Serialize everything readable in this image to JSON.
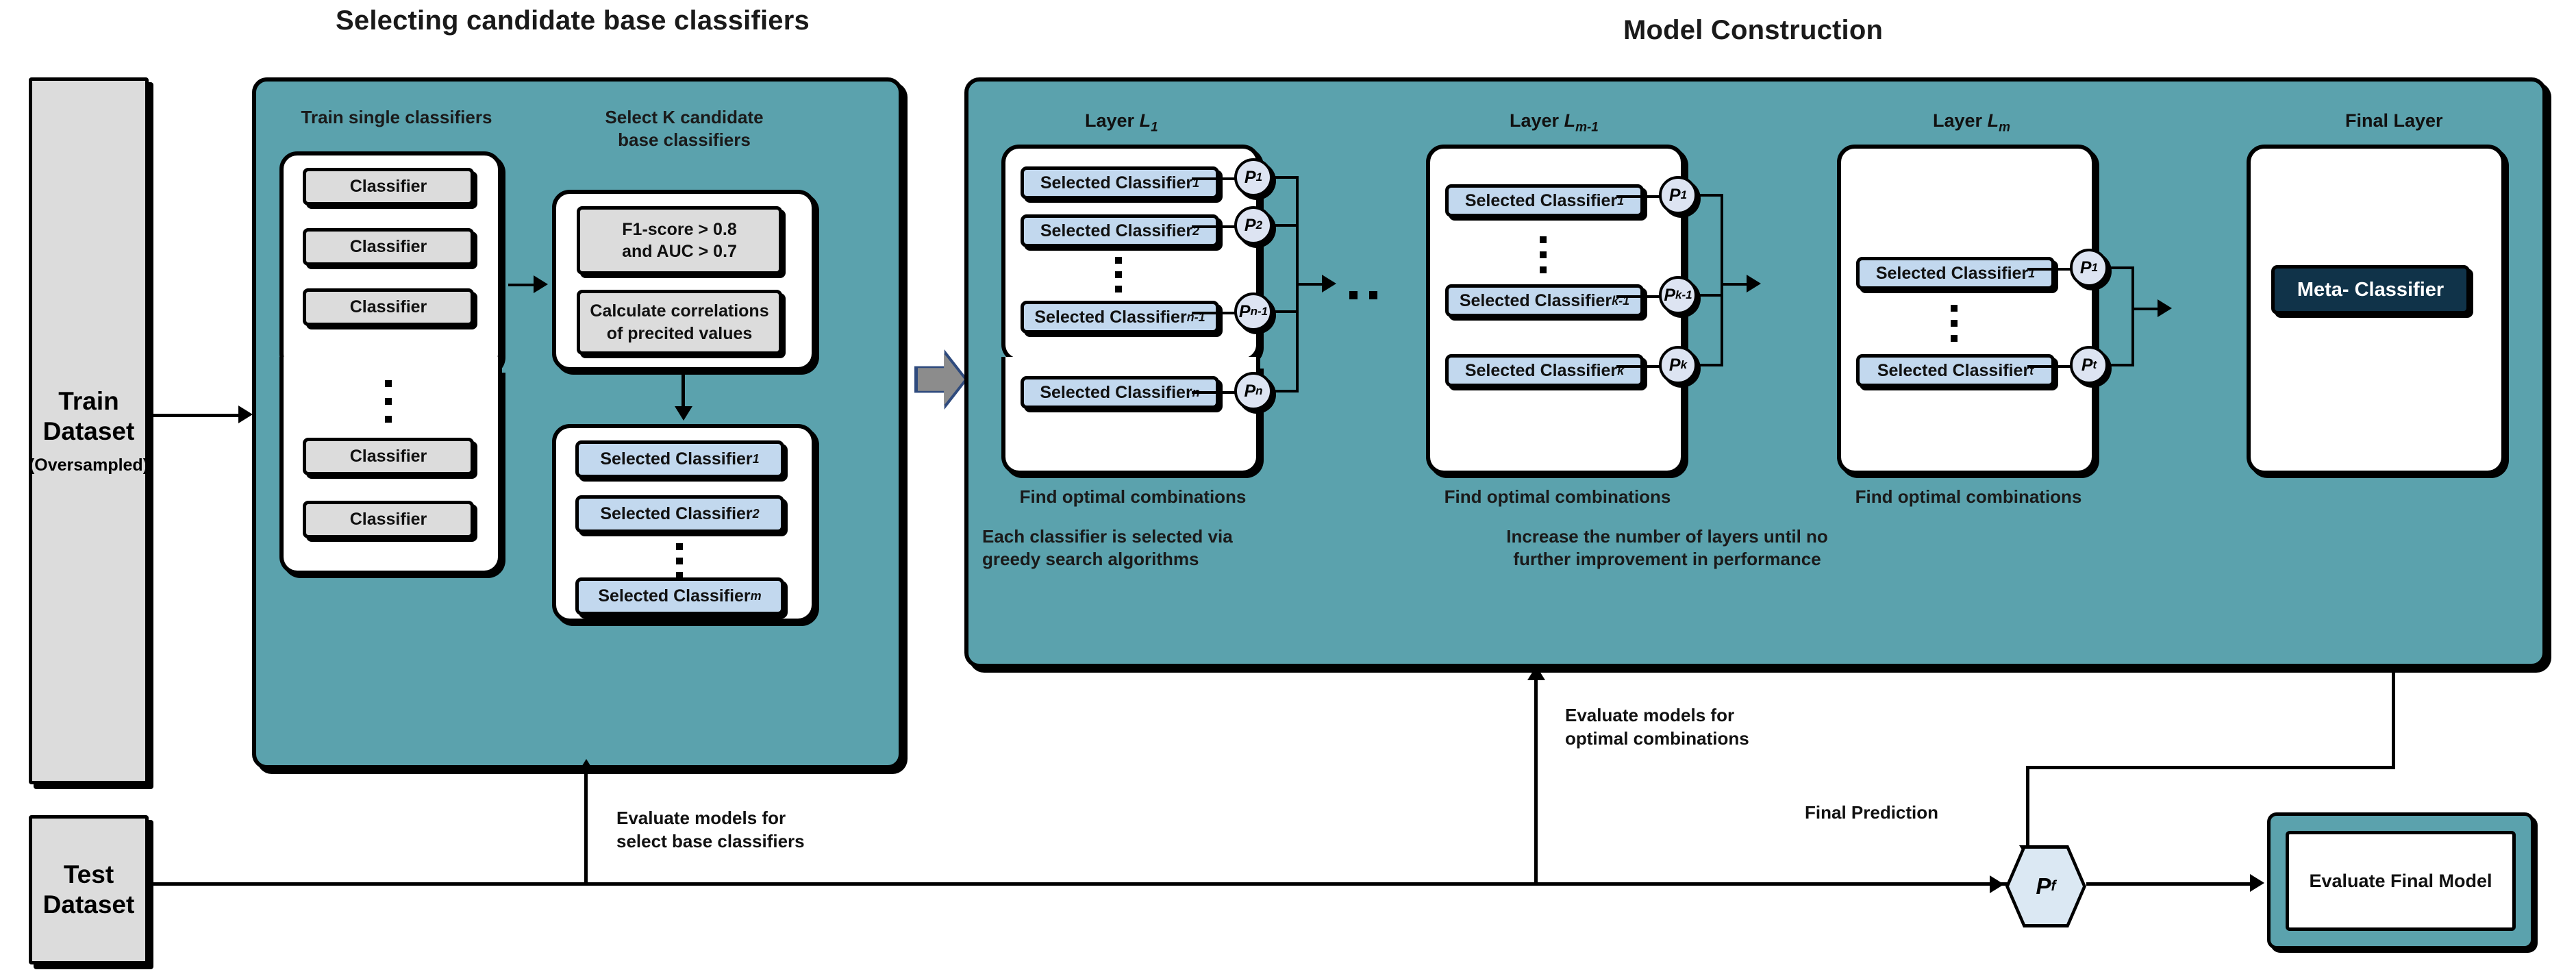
{
  "titles": {
    "left": "Selecting candidate base classifiers",
    "right": "Model Construction"
  },
  "datasets": {
    "train": {
      "line1": "Train",
      "line2": "Dataset",
      "note": "(Oversampled)"
    },
    "test": {
      "line1": "Test",
      "line2": "Dataset"
    }
  },
  "select_panel": {
    "caption_train": "Train single classifiers",
    "caption_select": "Select K candidate\nbase classifiers",
    "classifier_label": "Classifier",
    "classifiers": [
      "Classifier",
      "Classifier",
      "Classifier",
      "Classifier",
      "Classifier"
    ],
    "criteria_box": "F1-score > 0.8\nand AUC > 0.7",
    "correlation_box": "Calculate correlations\nof precited values",
    "selected": [
      {
        "name": "Selected Classifier",
        "sub": "1"
      },
      {
        "name": "Selected Classifier",
        "sub": "2"
      },
      {
        "name": "Selected Classifier",
        "sub": "m"
      }
    ]
  },
  "model_panel": {
    "layers": [
      {
        "label_prefix": "Layer ",
        "label_symbol": "L",
        "label_sub": "1",
        "caption": "Find optimal combinations",
        "classifiers": [
          {
            "name": "Selected Classifier",
            "sub": "1"
          },
          {
            "name": "Selected Classifier",
            "sub": "2"
          },
          {
            "name": "Selected Classifier",
            "sub": "n-1"
          },
          {
            "name": "Selected Classifier",
            "sub": "n"
          }
        ],
        "probs": [
          {
            "p": "P",
            "sub": "1"
          },
          {
            "p": "P",
            "sub": "2"
          },
          {
            "p": "P",
            "sub": "n-1"
          },
          {
            "p": "P",
            "sub": "n"
          }
        ]
      },
      {
        "label_prefix": "Layer ",
        "label_symbol": "L",
        "label_sub": "m-1",
        "caption": "Find optimal combinations",
        "classifiers": [
          {
            "name": "Selected Classifier",
            "sub": "1"
          },
          {
            "name": "Selected Classifier",
            "sub": "k-1"
          },
          {
            "name": "Selected Classifier",
            "sub": "k"
          }
        ],
        "probs": [
          {
            "p": "P",
            "sub": "1"
          },
          {
            "p": "P",
            "sub": "k-1"
          },
          {
            "p": "P",
            "sub": "k"
          }
        ]
      },
      {
        "label_prefix": "Layer ",
        "label_symbol": "L",
        "label_sub": "m",
        "caption": "Find optimal combinations",
        "classifiers": [
          {
            "name": "Selected Classifier",
            "sub": "1"
          },
          {
            "name": "Selected Classifier",
            "sub": "t"
          }
        ],
        "probs": [
          {
            "p": "P",
            "sub": "1"
          },
          {
            "p": "P",
            "sub": "t"
          }
        ]
      }
    ],
    "final_layer": {
      "label": "Final Layer",
      "meta_classifier": "Meta- Classifier"
    },
    "note_greedy": "Each classifier is selected via\ngreedy search algorithms",
    "note_increase": "Increase the number of layers until no\nfurther improvement in performance"
  },
  "annotations": {
    "eval_base": "Evaluate models for\nselect base classifiers",
    "eval_optimal": "Evaluate models for\noptimal combinations",
    "final_prediction": "Final Prediction"
  },
  "final": {
    "pf": "P",
    "pf_sub": "f",
    "evaluate_final_model": "Evaluate Final Model"
  },
  "colors": {
    "teal": "#5ba2ad",
    "chip_blue": "#c2d8ee",
    "chip_grey": "#dcdcdc",
    "navy": "#103349",
    "prob_circle": "#dde4f2",
    "block_arrow_fill": "#8c8c8c",
    "block_arrow_outline": "#2e4a7d"
  }
}
